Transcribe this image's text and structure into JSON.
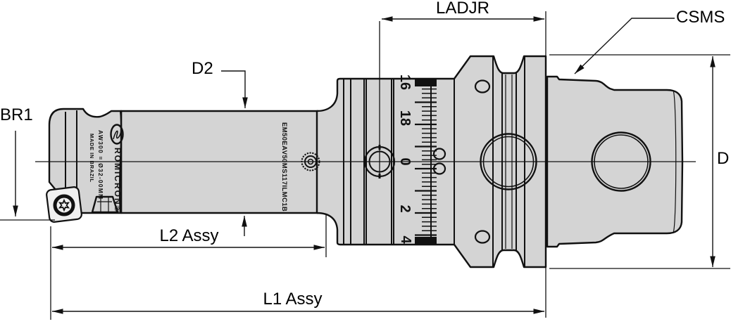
{
  "labels": {
    "ladjr": "LADJR",
    "csms": "CSMS",
    "d2": "D2",
    "br1": "BR1",
    "d": "D",
    "l2_assy": "L2 Assy",
    "l1_assy": "L1 Assy"
  },
  "markings": {
    "brand": "ROMICRON®",
    "spec": "AW300 = Ø32-00MM",
    "origin": "MADE IN BRAZIL",
    "part_number": "EM50EAV50MS117ILMC1B"
  },
  "dial": {
    "numbers": [
      "16",
      "18",
      "0",
      "2",
      "4"
    ],
    "zero_marks": "00"
  },
  "icons": {
    "logo": "romicron-logo",
    "insert_screw": "torx-screw-icon",
    "adjust_screw": "slotted-adjust-screw-icon"
  },
  "colors": {
    "body_fill": "#d4d4d4",
    "outline": "#111111",
    "background": "#ffffff",
    "insert_fill": "#f0f0f0"
  }
}
